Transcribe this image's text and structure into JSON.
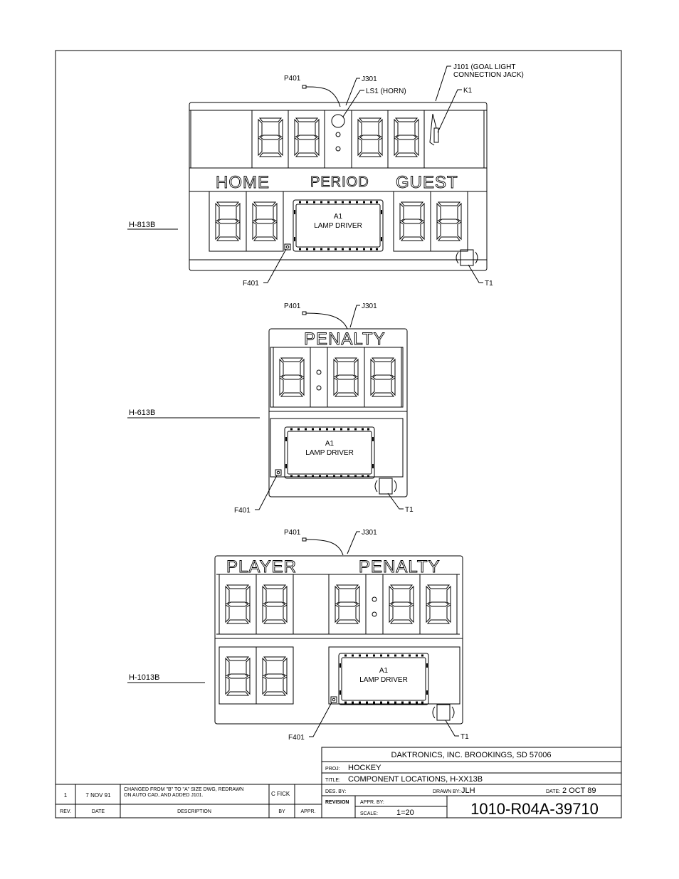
{
  "boards": {
    "h813b": {
      "designation": "H-813B",
      "captions": {
        "home": "HOME",
        "period": "PERIOD",
        "guest": "GUEST"
      },
      "callouts": {
        "p401": "P401",
        "j301": "J301",
        "ls1": "LS1 (HORN)",
        "j101_line1": "J101 (GOAL LIGHT",
        "j101_line2": "CONNECTION JACK)",
        "k1": "K1",
        "f401": "F401",
        "t1": "T1"
      },
      "driver": {
        "line1": "A1",
        "line2": "LAMP DRIVER"
      }
    },
    "h613b": {
      "designation": "H-613B",
      "captions": {
        "penalty": "PENALTY"
      },
      "callouts": {
        "p401": "P401",
        "j301": "J301",
        "f401": "F401",
        "t1": "T1"
      },
      "driver": {
        "line1": "A1",
        "line2": "LAMP DRIVER"
      }
    },
    "h1013b": {
      "designation": "H-1013B",
      "captions": {
        "player": "PLAYER",
        "penalty": "PENALTY"
      },
      "callouts": {
        "p401": "P401",
        "j301": "J301",
        "f401": "F401",
        "t1": "T1"
      },
      "driver": {
        "line1": "A1",
        "line2": "LAMP DRIVER"
      }
    }
  },
  "title_block": {
    "company": "DAKTRONICS, INC.   BROOKINGS, SD 57006",
    "proj_label": "PROJ:",
    "proj_value": "HOCKEY",
    "title_label": "TITLE:",
    "title_value": "COMPONENT LOCATIONS, H-XX13B",
    "des_by_label": "DES. BY:",
    "drawn_by_label": "DRAWN BY:",
    "drawn_by_value": "JLH",
    "date_label": "DATE:",
    "date_value": "2 OCT 89",
    "revision_label": "REVISION",
    "appr_by_label": "APPR. BY:",
    "scale_label": "SCALE:",
    "scale_value": "1=20",
    "drawing_number": "1010-R04A-39710"
  },
  "revision_table": {
    "headers": {
      "rev": "REV.",
      "date": "DATE",
      "description": "DESCRIPTION",
      "by": "BY",
      "appr": "APPR."
    },
    "rows": [
      {
        "rev": "1",
        "date": "7 NOV 91",
        "description_line1": "CHANGED FROM \"B\" TO \"A\" SIZE DWG, REDRAWN",
        "description_line2": "ON AUTO CAD, AND ADDED J101.",
        "by": "C FICK",
        "appr": ""
      }
    ]
  }
}
